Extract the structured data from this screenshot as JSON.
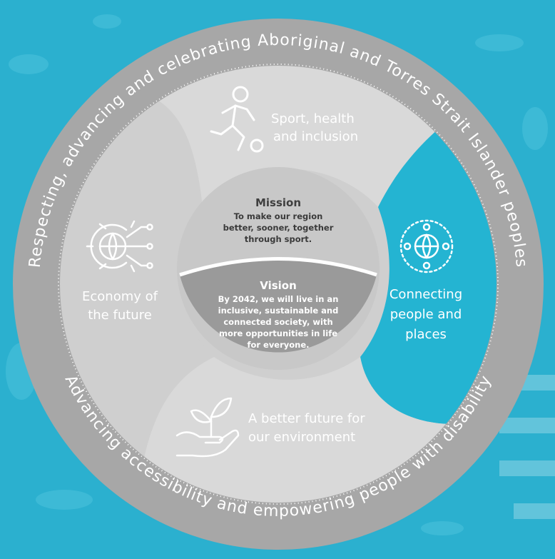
{
  "colors": {
    "background": "#2bb0cf",
    "background_light": "#4cc3dd",
    "ring_outer": "#a7a7a7",
    "wheel_grey": "#cfcfcf",
    "segment_light": "#d9d9d9",
    "segment_teal": "#24b4d2",
    "center_top": "#c8c8c8",
    "center_bottom": "#9a9a9a"
  },
  "ring": {
    "top_text": "Respecting, advancing and celebrating Aboriginal and Torres Strait Islander peoples",
    "bottom_text": "Advancing accessibility and empowering people with disability"
  },
  "segments": {
    "sport": {
      "line1": "Sport, health",
      "line2": "and inclusion",
      "icon": "runner-with-ball-icon"
    },
    "economy": {
      "line1": "Economy of",
      "line2": "the future",
      "icon": "gear-globe-circuit-icon"
    },
    "connecting": {
      "line1": "Connecting",
      "line2": "people and",
      "line3": "places",
      "icon": "globe-people-icon"
    },
    "environment": {
      "line1": "A better future for",
      "line2": "our environment",
      "icon": "seedling-in-hand-icon"
    }
  },
  "center": {
    "mission_title": "Mission",
    "mission_l1": "To make our region",
    "mission_l2": "better, sooner, together",
    "mission_l3": "through sport.",
    "vision_title": "Vision",
    "vision_l1": "By 2042, we will live in an",
    "vision_l2": "inclusive, sustainable and",
    "vision_l3": "connected society, with",
    "vision_l4": "more opportunities in life",
    "vision_l5": "for everyone."
  }
}
